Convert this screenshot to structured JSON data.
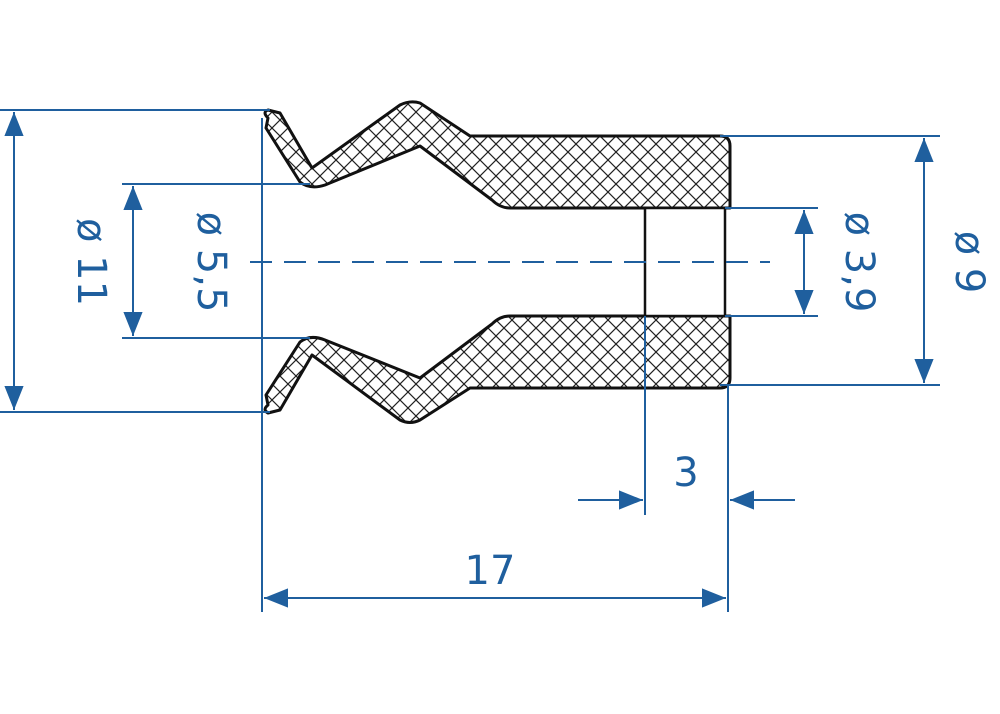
{
  "drawing": {
    "colors": {
      "dimension": "#1f5f9e",
      "outline": "#111111",
      "background": "#ffffff"
    },
    "dimensions": {
      "outer_diameter": "ø 11",
      "inner_diameter": "ø 5,5",
      "bore_diameter": "ø 3,9",
      "body_diameter": "ø 9",
      "bore_depth": "3",
      "overall_length": "17"
    }
  }
}
